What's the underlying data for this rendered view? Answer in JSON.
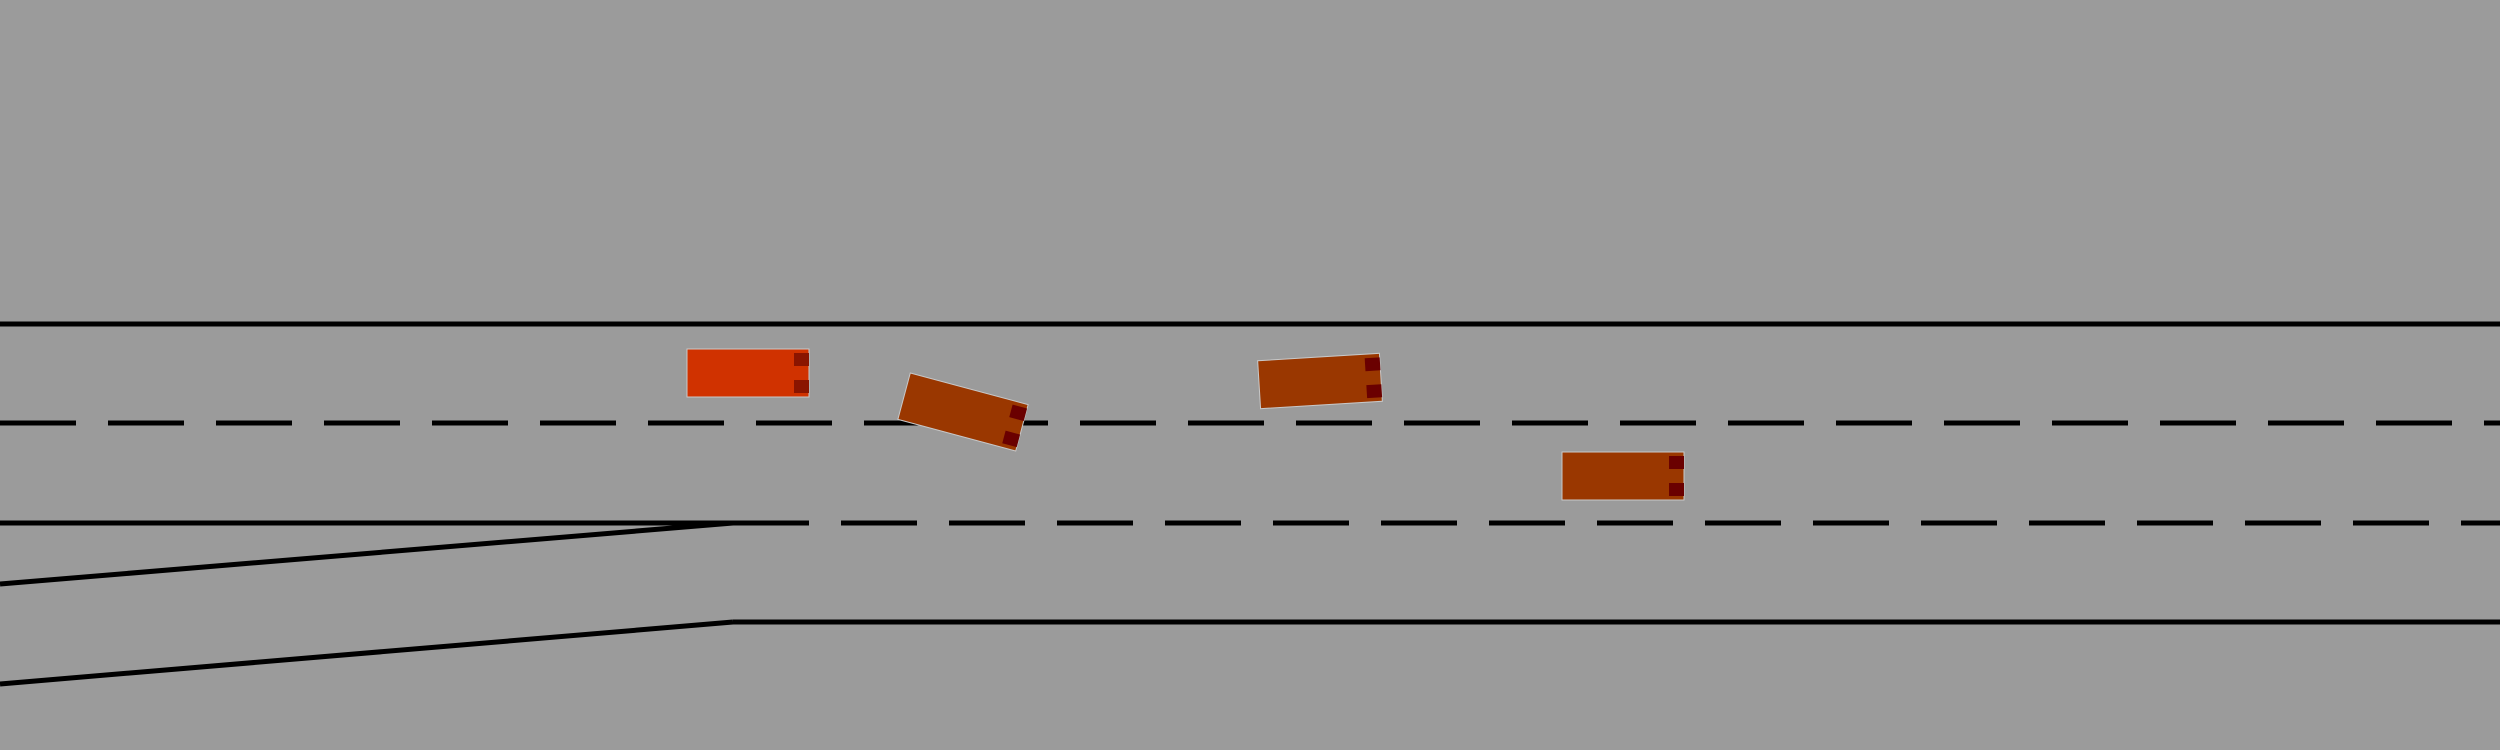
{
  "scene": {
    "background_color": "#9b9b9b",
    "road_color": "#9f9f9f",
    "line_color": "#000000",
    "lanes": {
      "main_road_lane_count": 3,
      "merge_lane_present": true
    },
    "vehicles": [
      {
        "id": "ego-vehicle",
        "color": "#d03200",
        "light_color": "#8a1500",
        "heading": "right",
        "is_ego": true
      },
      {
        "id": "vehicle-2",
        "color": "#9a3700",
        "light_color": "#6a0000",
        "heading": "right",
        "is_ego": false
      },
      {
        "id": "vehicle-3",
        "color": "#9a3700",
        "light_color": "#6a0000",
        "heading": "right",
        "is_ego": false
      },
      {
        "id": "vehicle-4",
        "color": "#9a3700",
        "light_color": "#6a0000",
        "heading": "right",
        "is_ego": false
      }
    ]
  }
}
